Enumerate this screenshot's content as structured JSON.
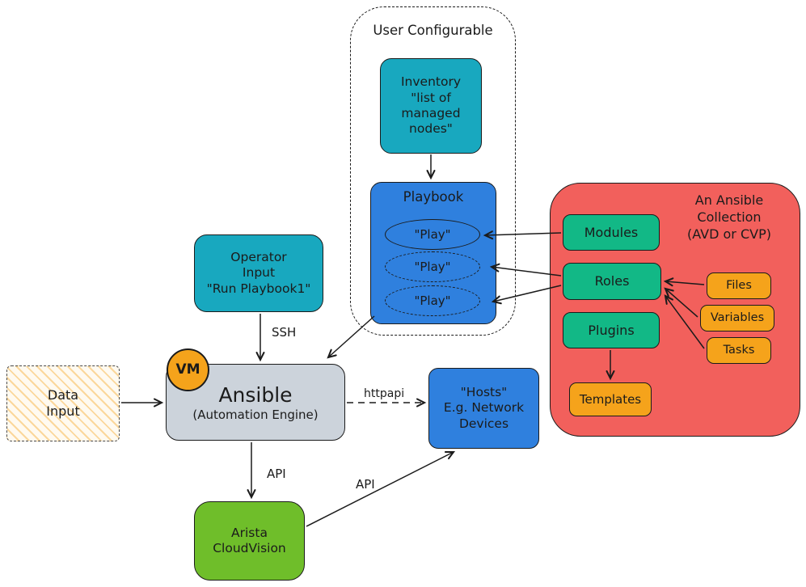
{
  "colors": {
    "teal": "#18a8bf",
    "blue": "#2f80de",
    "red": "#f2605c",
    "green": "#12b886",
    "lime": "#6fbe2a",
    "orange": "#f5a31b",
    "gray": "#ccd3db",
    "ink": "#1b1b1b"
  },
  "nodes": {
    "user_configurable": {
      "title": "User Configurable"
    },
    "inventory": {
      "text": "Inventory\n\"list of\nmanaged\nnodes\""
    },
    "playbook": {
      "title": "Playbook",
      "plays": [
        "\"Play\"",
        "\"Play\"",
        "\"Play\""
      ]
    },
    "collection": {
      "title": "An Ansible\nCollection\n(AVD or CVP)"
    },
    "modules": {
      "label": "Modules"
    },
    "roles": {
      "label": "Roles"
    },
    "plugins": {
      "label": "Plugins"
    },
    "templates": {
      "label": "Templates"
    },
    "files": {
      "label": "Files"
    },
    "variables": {
      "label": "Variables"
    },
    "tasks": {
      "label": "Tasks"
    },
    "operator_input": {
      "text": "Operator\nInput\n\"Run Playbook1\""
    },
    "data_input": {
      "text": "Data\nInput"
    },
    "ansible": {
      "badge": "VM",
      "title": "Ansible",
      "subtitle": "(Automation Engine)"
    },
    "hosts": {
      "text": "\"Hosts\"\nE.g. Network\nDevices"
    },
    "cloudvision": {
      "text": "Arista\nCloudVision"
    }
  },
  "edge_labels": {
    "ssh": "SSH",
    "httpapi": "httpapi",
    "api_cloudvision": "API",
    "api_hosts": "API"
  },
  "edges": [
    {
      "from": "inventory",
      "to": "playbook",
      "style": "solid"
    },
    {
      "from": "operator_input",
      "to": "ansible",
      "label": "SSH",
      "style": "solid"
    },
    {
      "from": "user_configurable",
      "to": "ansible",
      "style": "solid"
    },
    {
      "from": "data_input",
      "to": "ansible",
      "style": "solid"
    },
    {
      "from": "ansible",
      "to": "cloudvision",
      "label": "API",
      "style": "solid"
    },
    {
      "from": "ansible",
      "to": "hosts",
      "label": "httpapi",
      "style": "dashed"
    },
    {
      "from": "cloudvision",
      "to": "hosts",
      "label": "API",
      "style": "solid"
    },
    {
      "from": "modules",
      "to": "playbook-play-1",
      "style": "solid"
    },
    {
      "from": "roles",
      "to": "playbook-play-2",
      "style": "solid"
    },
    {
      "from": "roles",
      "to": "playbook-play-3",
      "style": "solid"
    },
    {
      "from": "files",
      "to": "roles",
      "style": "solid"
    },
    {
      "from": "variables",
      "to": "roles",
      "style": "solid"
    },
    {
      "from": "tasks",
      "to": "roles",
      "style": "solid"
    },
    {
      "from": "plugins",
      "to": "templates",
      "style": "solid"
    }
  ]
}
